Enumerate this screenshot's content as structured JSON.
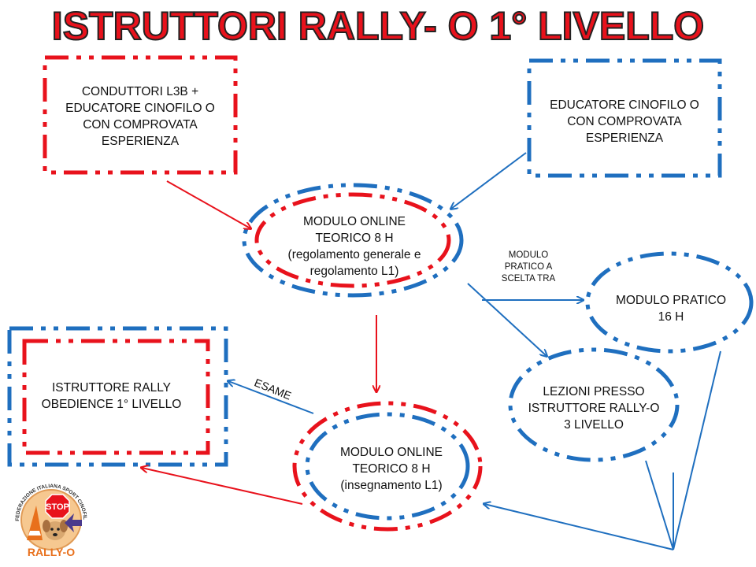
{
  "title": "ISTRUTTORI RALLY- O 1° LIVELLO",
  "colors": {
    "red": "#e8121c",
    "blue": "#1f6fbf"
  },
  "nodes": {
    "conduttori": [
      "CONDUTTORI  L3B +",
      "EDUCATORE CINOFILO O",
      "CON COMPROVATA",
      "ESPERIENZA"
    ],
    "educatore": [
      "EDUCATORE CINOFILO O",
      "CON COMPROVATA",
      "ESPERIENZA"
    ],
    "modulo_online_1": [
      "MODULO ONLINE",
      "TEORICO 8 H",
      "(regolamento generale e",
      "regolamento L1)"
    ],
    "modulo_pratico_note": [
      "MODULO",
      "PRATICO  A",
      "SCELTA TRA"
    ],
    "modulo_pratico": [
      "MODULO PRATICO",
      "16 H"
    ],
    "lezioni": [
      "LEZIONI PRESSO",
      "ISTRUTTORE RALLY-O",
      "3 LIVELLO"
    ],
    "istruttore": [
      "ISTRUTTORE RALLY",
      "OBEDIENCE 1° LIVELLO"
    ],
    "modulo_online_2": [
      "MODULO ONLINE",
      "TEORICO 8 H",
      "(insegnamento L1)"
    ]
  },
  "edge_label": "ESAME",
  "logo": {
    "icon": "rally-o-logo-icon",
    "arc_text": "FEDERAZIONE ITALIANA SPORT CINOFILI",
    "sign_text": "STOP",
    "bottom_text": "RALLY-O"
  }
}
